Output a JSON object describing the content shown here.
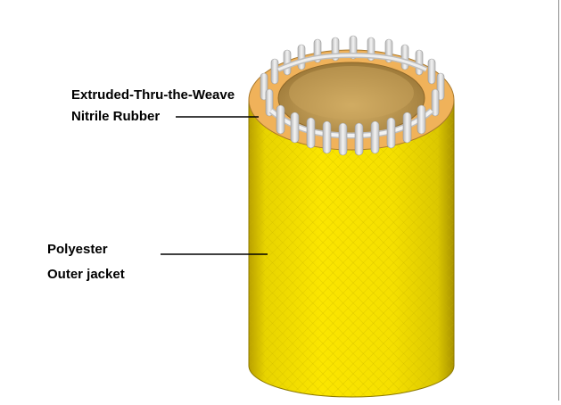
{
  "labels": {
    "rubber_line1": "Extruded-Thru-the-Weave",
    "rubber_line2": "Nitrile Rubber",
    "jacket_line1": "Polyester",
    "jacket_line2": "Outer jacket"
  },
  "colors": {
    "jacket_yellow": "#f5e000",
    "jacket_shadow": "#b9a000",
    "rubber_orange": "#f0b25a",
    "fiber_gray": "#e6e6e6",
    "inner_brown": "#b8934a",
    "leader_line": "#000000"
  }
}
